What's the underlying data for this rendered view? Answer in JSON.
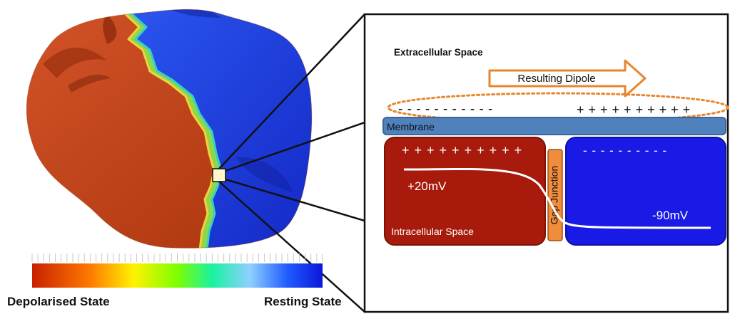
{
  "colorbar": {
    "left_label": "Depolarised State",
    "right_label": "Resting State",
    "stops": [
      "#c92000",
      "#ff7a00",
      "#fff200",
      "#7dff00",
      "#19f2a0",
      "#8fd0ff",
      "#1e5bff",
      "#0b16d8"
    ]
  },
  "heart": {
    "depolarised_color": "#c23a10",
    "resting_color": "#1b2ee0",
    "wavefront_color": "#8fd74a",
    "highlight_color": "#fff7c9"
  },
  "inset": {
    "extracellular_label": "Extracellular Space",
    "dipole_label": "Resulting Dipole",
    "negative_charges": "- - - - - - - - - - -",
    "positive_charges": "+ + + + + + + + + +",
    "membrane_label": "Membrane",
    "left_cell_charges": "+ + + + + + + + + +",
    "right_cell_charges": "- - - - - - - - - -",
    "left_voltage": "+20mV",
    "right_voltage": "-90mV",
    "intracellular_label": "Intracellular Space",
    "gap_junction_label": "Gap Junction",
    "colors": {
      "left_cell": "#a81a0c",
      "right_cell": "#1a1ae6",
      "membrane": "#4f81bd",
      "gap_junction": "#f08c3c",
      "dipole_arrow": "#e8862e"
    }
  }
}
